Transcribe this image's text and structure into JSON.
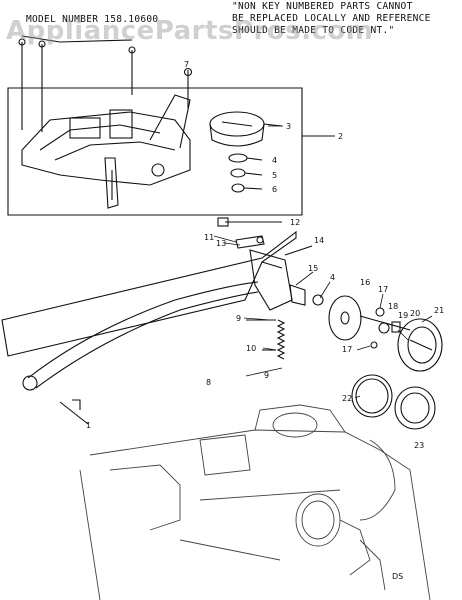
{
  "header": {
    "model_number": "MODEL NUMBER 158.10600",
    "note_lines": [
      "\"NON KEY NUMBERED PARTS CANNOT",
      "BE REPLACED LOCALLY AND REFERENCE",
      "SHOULD BE MADE TO CODE NT.\"",
      ""
    ]
  },
  "watermark": "AppliancePartsPros.com",
  "callouts": {
    "c1": "1",
    "c2": "2",
    "c3": "3",
    "c4": "4",
    "c5": "5",
    "c6": "6",
    "c7": "7",
    "c8": "8",
    "c9a": "9",
    "c9b": "9",
    "c10": "10",
    "c11": "11",
    "c12": "12",
    "c13": "13",
    "c14": "14",
    "c15": "15",
    "c4b": "4",
    "c16": "16",
    "c17a": "17",
    "c17b": "17",
    "c18": "18",
    "c19": "19",
    "c20": "20",
    "c21": "21",
    "c22": "22",
    "c23": "23"
  },
  "footer_code": "DS",
  "colors": {
    "ink": "#111111",
    "watermark": "#969696"
  }
}
